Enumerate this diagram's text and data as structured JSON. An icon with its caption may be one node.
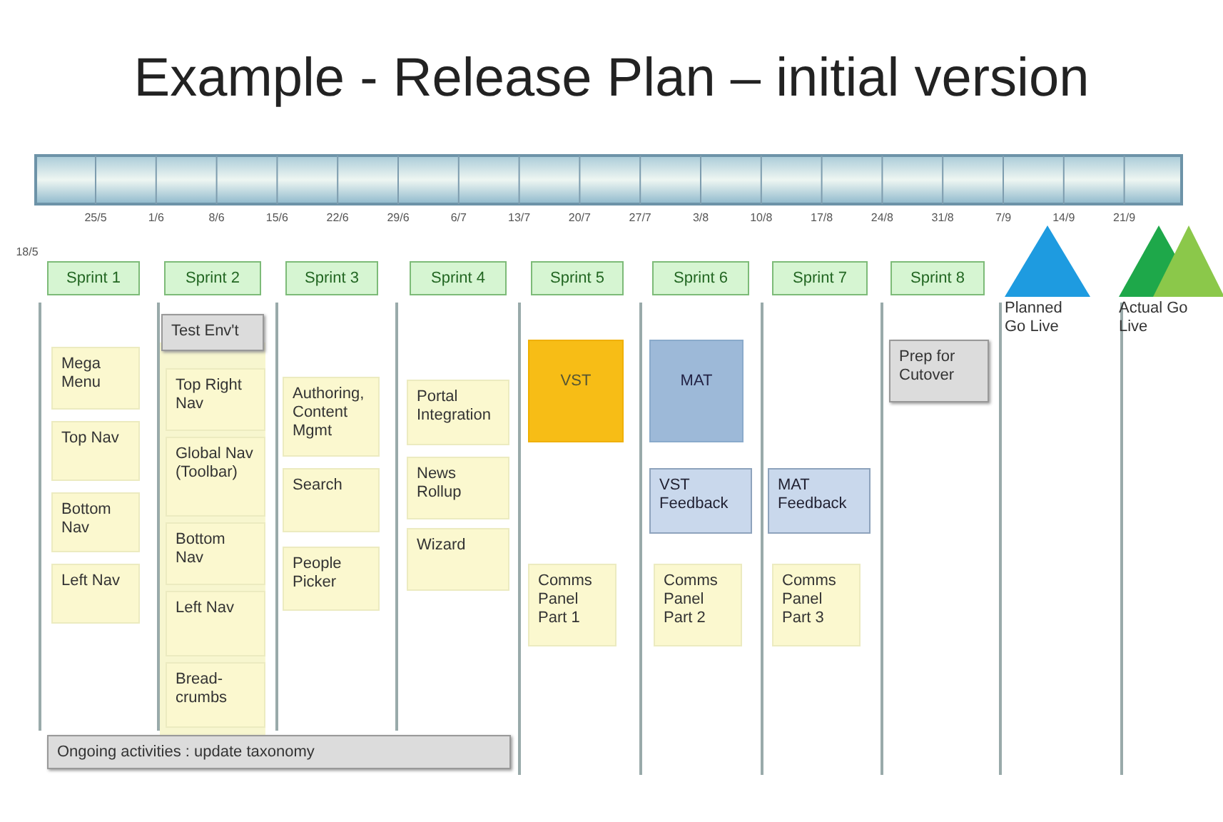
{
  "diagram": {
    "title": "Example - Release Plan – initial version",
    "nodes": [
      {
        "text": [
          "Sprint 1"
        ]
      },
      {
        "text": [
          "Sprint 2"
        ]
      },
      {
        "text": [
          "Sprint 3"
        ]
      },
      {
        "text": [
          "Sprint 4"
        ]
      },
      {
        "text": [
          "Sprint 5"
        ]
      },
      {
        "text": [
          "Sprint 6"
        ]
      },
      {
        "text": [
          "Sprint 7"
        ]
      },
      {
        "text": [
          "Sprint 8"
        ]
      },
      {
        "text": [
          "Mega Menu"
        ]
      },
      {
        "text": [
          "Top Nav"
        ]
      },
      {
        "text": [
          "Bottom Nav"
        ]
      },
      {
        "text": [
          "Left Nav"
        ]
      },
      {
        "text": [
          "Test Env't"
        ]
      },
      {
        "text": [
          "Top Right Nav"
        ]
      },
      {
        "text": [
          "Global Nav (Toolbar)"
        ]
      },
      {
        "text": [
          "Bottom Nav"
        ]
      },
      {
        "text": [
          "Left Nav"
        ]
      },
      {
        "text": [
          "Bread-crumbs"
        ]
      },
      {
        "text": [
          "Authoring, Content Mgmt"
        ]
      },
      {
        "text": [
          "Search"
        ]
      },
      {
        "text": [
          "People Picker"
        ]
      },
      {
        "text": [
          "Portal Integration"
        ]
      },
      {
        "text": [
          "News Rollup"
        ]
      },
      {
        "text": [
          "Wizard"
        ]
      },
      {
        "text": [
          "VST"
        ]
      },
      {
        "text": [
          "Comms Panel Part 1"
        ]
      },
      {
        "text": [
          "MAT"
        ]
      },
      {
        "text": [
          "VST Feedback"
        ]
      },
      {
        "text": [
          "Comms Panel Part 2"
        ]
      },
      {
        "text": [
          "MAT Feedback"
        ]
      },
      {
        "text": [
          "Comms Panel Part 3"
        ]
      },
      {
        "text": [
          "Prep for Cutover"
        ]
      },
      {
        "text": [
          "Planned Go Live"
        ]
      },
      {
        "text": [
          "Actual Go Live"
        ]
      },
      {
        "text": [],
        "shape": "triangle"
      },
      {
        "text": [
          "Ongoing activities : update taxonomy"
        ]
      }
    ],
    "labels": [
      "25/5",
      "1/6",
      "8/6",
      "15/6",
      "22/6",
      "29/6",
      "6/7",
      "13/7",
      "20/7",
      "27/7",
      "3/8",
      "10/8",
      "17/8",
      "24/8",
      "31/8",
      "7/9",
      "14/9",
      "21/9",
      "18/5"
    ]
  }
}
